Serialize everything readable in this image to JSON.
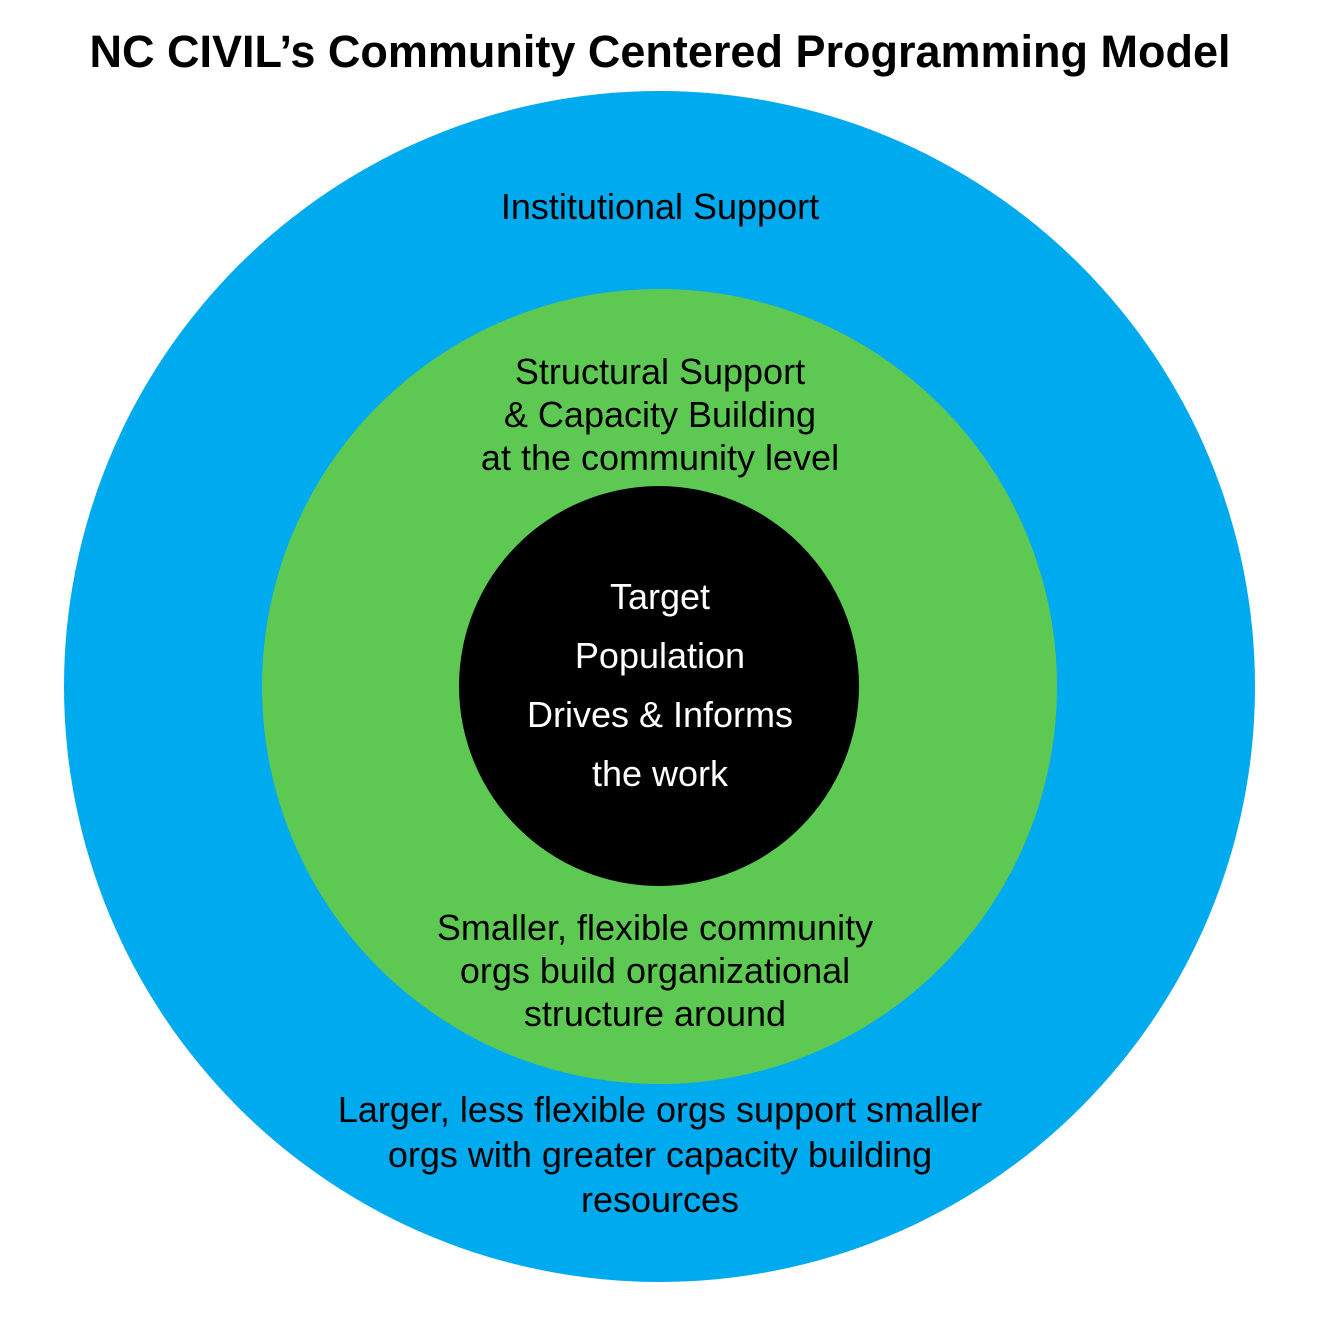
{
  "title": "NC CIVIL’s Community Centered Programming Model",
  "colors": {
    "outer_ring": "#00aaee",
    "middle_ring": "#5ec952",
    "inner_circle": "#000000",
    "dark_text": "#000000",
    "light_text": "#ffffff"
  },
  "rings": {
    "outer": {
      "heading": "Institutional Support",
      "description_lines": [
        "Larger, less flexible orgs support smaller",
        "orgs with greater capacity building",
        "resources"
      ]
    },
    "middle": {
      "heading_lines": [
        "Structural Support",
        "& Capacity Building",
        "at the community level"
      ],
      "description_lines": [
        "Smaller, flexible community",
        "orgs build organizational",
        "structure around"
      ]
    },
    "inner": {
      "lines": [
        "Target",
        "Population",
        "Drives & Informs",
        "the work"
      ]
    }
  }
}
